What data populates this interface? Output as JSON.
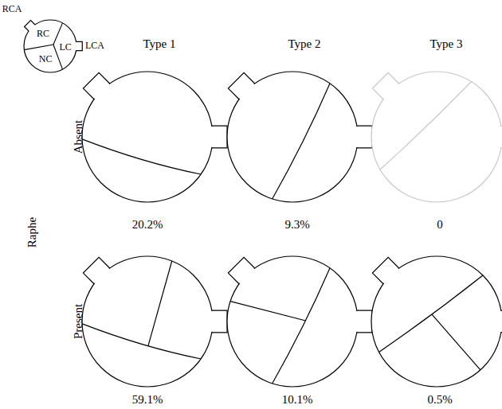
{
  "diagram": {
    "nodes": [
      {
        "text": [
          "RC",
          "LC",
          "NC"
        ]
      }
    ],
    "labels": [
      "RCA",
      "LCA",
      "Type 1",
      "Type 2",
      "Type 3",
      "Absent",
      "Present",
      "Raphe",
      "20.2%",
      "9.3%",
      "0",
      "59.1%",
      "10.1%",
      "0.5%"
    ]
  }
}
